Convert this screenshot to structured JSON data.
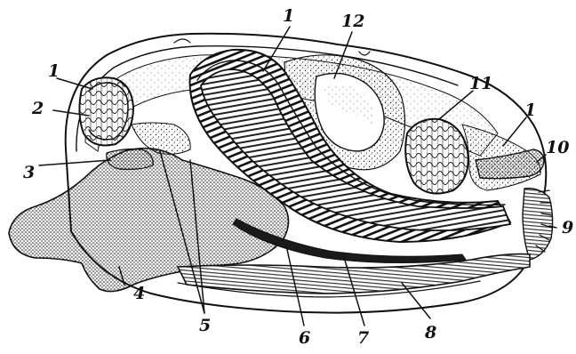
{
  "diagram": {
    "labels": [
      {
        "id": "l1a",
        "text": "1"
      },
      {
        "id": "l1b",
        "text": "1"
      },
      {
        "id": "l1c",
        "text": "1"
      },
      {
        "id": "l2",
        "text": "2"
      },
      {
        "id": "l3",
        "text": "3"
      },
      {
        "id": "l4",
        "text": "4"
      },
      {
        "id": "l5",
        "text": "5"
      },
      {
        "id": "l6",
        "text": "6"
      },
      {
        "id": "l7",
        "text": "7"
      },
      {
        "id": "l8",
        "text": "8"
      },
      {
        "id": "l9",
        "text": "9"
      },
      {
        "id": "l10",
        "text": "10"
      },
      {
        "id": "l11",
        "text": "11"
      },
      {
        "id": "l12",
        "text": "12"
      }
    ]
  }
}
